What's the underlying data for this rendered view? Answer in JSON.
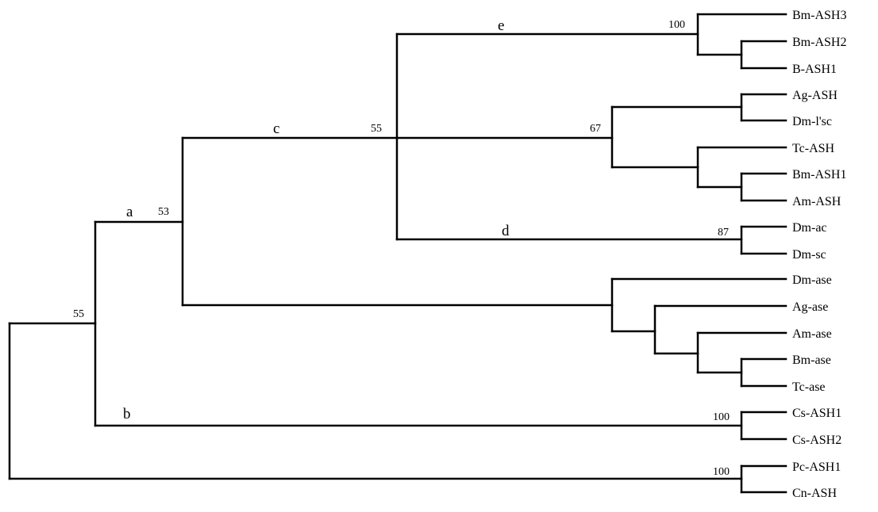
{
  "leaves": {
    "bm_ash3": "Bm-ASH3",
    "bm_ash2": "Bm-ASH2",
    "b_ash1": "B-ASH1",
    "ag_ash": "Ag-ASH",
    "dm_lsc": "Dm-l'sc",
    "tc_ash": "Tc-ASH",
    "bm_ash1": "Bm-ASH1",
    "am_ash": "Am-ASH",
    "dm_ac": "Dm-ac",
    "dm_sc": "Dm-sc",
    "dm_ase": "Dm-ase",
    "ag_ase": "Ag-ase",
    "am_ase": "Am-ase",
    "bm_ase": "Bm-ase",
    "tc_ase": "Tc-ase",
    "cs_ash1": "Cs-ASH1",
    "cs_ash2": "Cs-ASH2",
    "pc_ash1": "Pc-ASH1",
    "cn_ash": "Cn-ASH"
  },
  "branch_labels": {
    "a": "a",
    "b": "b",
    "c": "c",
    "d": "d",
    "e": "e"
  },
  "support_values": {
    "root": "55",
    "node_a": "53",
    "node_c": "55",
    "clade_e": "100",
    "clade_67": "67",
    "clade_d": "87",
    "clade_b": "100",
    "outgroup": "100"
  },
  "colors": {
    "line": "#000000",
    "text": "#000000",
    "background": "#ffffff"
  }
}
